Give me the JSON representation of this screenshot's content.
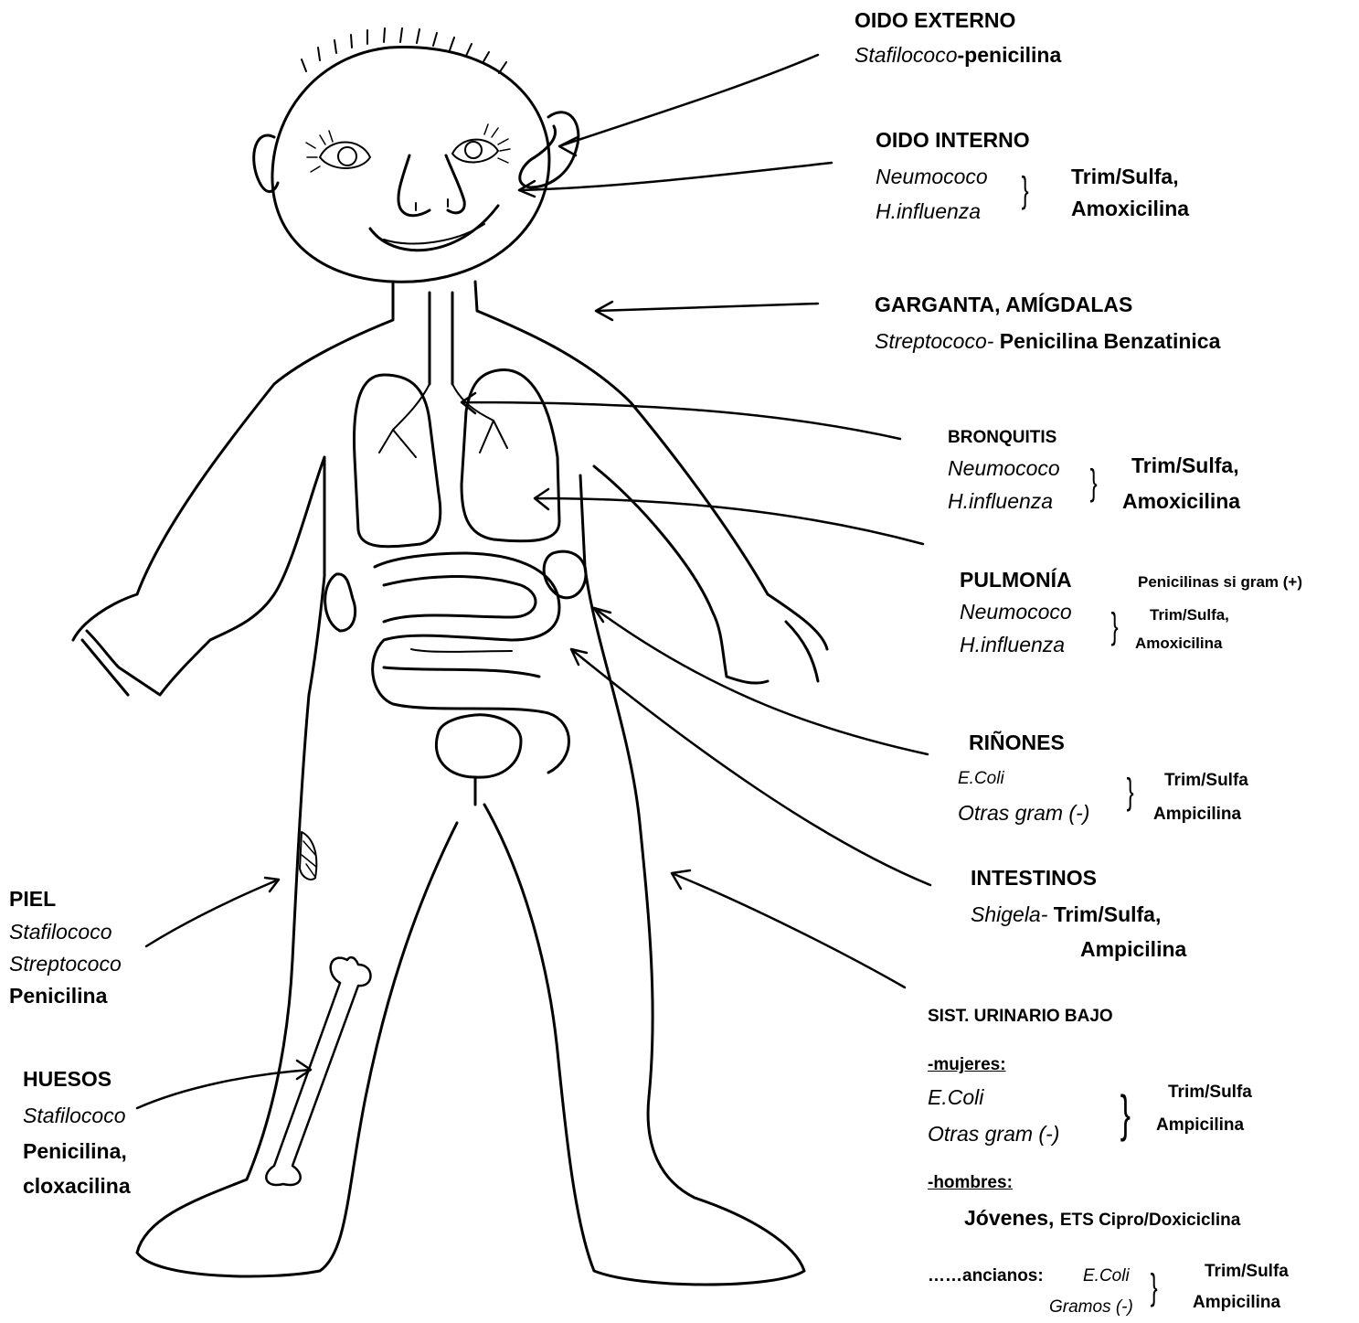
{
  "oido_externo": {
    "title": "OIDO EXTERNO",
    "organism": "Stafilococo",
    "drug": "-penicilina"
  },
  "oido_interno": {
    "title": "OIDO INTERNO",
    "org1": "Neumococo",
    "org2": "H.influenza",
    "drug1": "Trim/Sulfa,",
    "drug2": "Amoxicilina"
  },
  "garganta": {
    "title": "GARGANTA, AMÍGDALAS",
    "organism": "Streptococo-",
    "drug": "Penicilina Benzatinica"
  },
  "bronquitis": {
    "title": "BRONQUITIS",
    "org1": "Neumococo",
    "org2": "H.influenza",
    "drug1": "Trim/Sulfa,",
    "drug2": "Amoxicilina"
  },
  "pulmonia": {
    "title": "PULMONÍA",
    "note": "Penicilinas si gram (+)",
    "org1": "Neumococo",
    "org2": "H.influenza",
    "drug1": "Trim/Sulfa,",
    "drug2": "Amoxicilina"
  },
  "rinones": {
    "title": "RIÑONES",
    "org1": "E.Coli",
    "org2": "Otras gram (-)",
    "drug1": "Trim/Sulfa",
    "drug2": "Ampicilina"
  },
  "intestinos": {
    "title": "INTESTINOS",
    "organism": "Shigela-",
    "drug1": "Trim/Sulfa,",
    "drug2": "Ampicilina"
  },
  "urinario": {
    "title": "SIST. URINARIO BAJO",
    "mujeres": {
      "heading": "-mujeres:",
      "org1": "E.Coli",
      "org2": "Otras gram (-)",
      "drug1": "Trim/Sulfa",
      "drug2": "Ampicilina"
    },
    "hombres": {
      "heading": "-hombres:",
      "jovenes": "Jóvenes,",
      "ets": "ETS Cipro/Doxiciclina"
    },
    "ancianos": {
      "label": "……ancianos:",
      "org1": "E.Coli",
      "org2": "Gramos (-)",
      "drug1": "Trim/Sulfa",
      "drug2": "Ampicilina"
    }
  },
  "piel": {
    "title": "PIEL",
    "org1": "Stafilococo",
    "org2": "Streptococo",
    "drug": "Penicilina"
  },
  "huesos": {
    "title": "HUESOS",
    "organism": "Stafilococo",
    "drug1": "Penicilina,",
    "drug2": "cloxacilina"
  }
}
